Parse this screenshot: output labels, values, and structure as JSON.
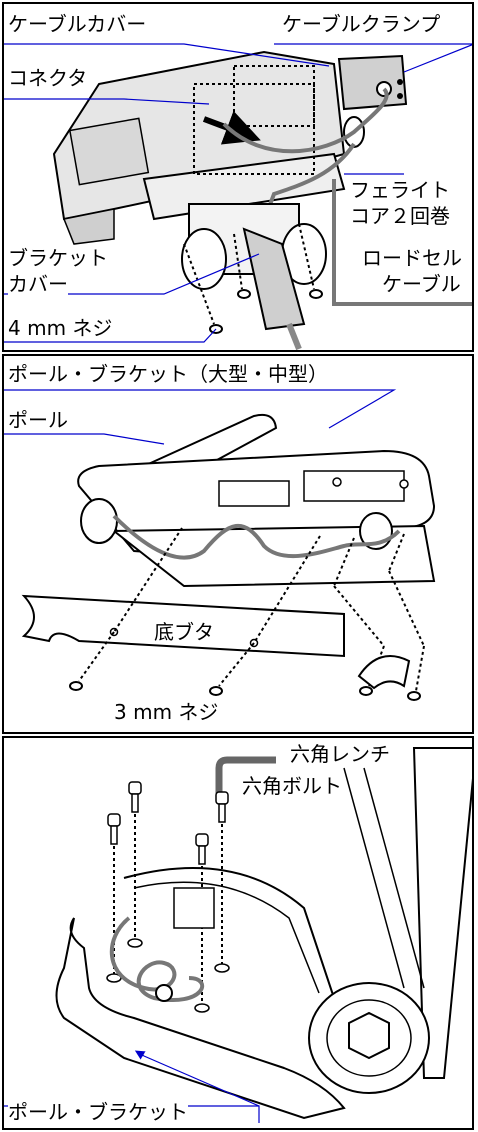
{
  "panel1": {
    "cable_cover": "ケーブルカバー",
    "cable_clamp": "ケーブルクランプ",
    "connector": "コネクタ",
    "ferrite_line1": "フェライト",
    "ferrite_line2": "コア２回巻",
    "bracket_line1": "ブラケット",
    "bracket_line2": "カバー",
    "loadcell_line1": "ロードセル",
    "loadcell_line2": "ケーブル",
    "screw_4mm": "4 mm ネジ"
  },
  "panel2": {
    "title": "ポール・ブラケット（大型・中型）",
    "pole": "ポール",
    "bottom_lid": "底ブタ",
    "screw_3mm": "3 mm ネジ"
  },
  "panel3": {
    "hex_wrench": "六角レンチ",
    "hex_bolt": "六角ボルト",
    "pole_bracket": "ポール・ブラケット"
  },
  "colors": {
    "leader_line": "#0000cc",
    "outline": "#000000",
    "cable": "#777777",
    "housing": "#dcdcdc"
  }
}
